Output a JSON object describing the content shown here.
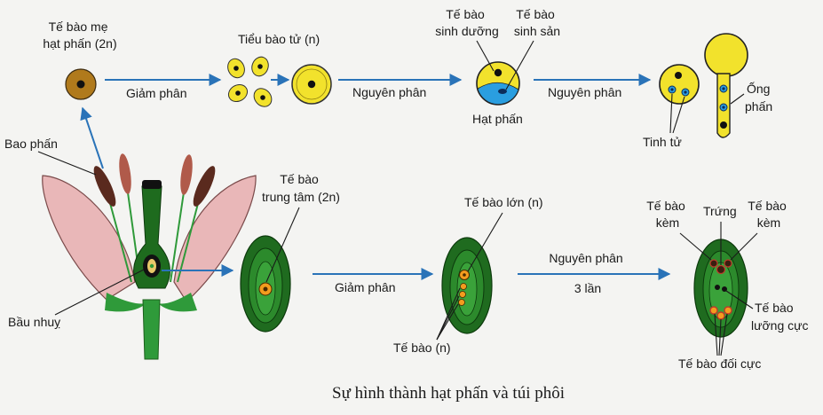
{
  "colors": {
    "arrow": "#2a73b8",
    "pollen_mother": "#b07a1c",
    "pollen_yellow": "#f2e22c",
    "generative_blue": "#2a9ee0",
    "embryo_green": "#1f6b1f",
    "petal_pink": "#e9b7b8",
    "stem_green": "#2f9a3a",
    "anther_brown": "#5a2a1e"
  },
  "labels": {
    "mother_cell": [
      "Tế bào mẹ",
      "hạt phấn (2n)"
    ],
    "microspore": "Tiểu bào tử (n)",
    "vegetative_cell": [
      "Tế bào",
      "sinh dưỡng"
    ],
    "generative_cell": [
      "Tế bào",
      "sinh sản"
    ],
    "pollen_grain": "Hạt phấn",
    "pollen_tube": [
      "Ống",
      "phấn"
    ],
    "sperm_cells": "Tinh tử",
    "anther": "Bao phấn",
    "ovary": "Bầu nhuỵ",
    "central_cell_2n": [
      "Tế bào",
      "trung tâm (2n)"
    ],
    "large_cell": "Tế bào lớn (n)",
    "cells_n": "Tế bào (n)",
    "synergid_left": [
      "Tế bào",
      "kèm"
    ],
    "egg": "Trứng",
    "synergid_right": [
      "Tế bào",
      "kèm"
    ],
    "polar_cell": [
      "Tế bào",
      "lưỡng cực"
    ],
    "antipodal_cells": "Tế bào đối cực"
  },
  "arrows": {
    "meiosis_top": "Giảm phân",
    "mitosis_1": "Nguyên phân",
    "mitosis_2": "Nguyên phân",
    "meiosis_bottom": "Giảm phân",
    "mitosis_3": [
      "Nguyên phân",
      "3 lần"
    ]
  },
  "caption": "Sự hình thành hạt phấn và túi phôi"
}
